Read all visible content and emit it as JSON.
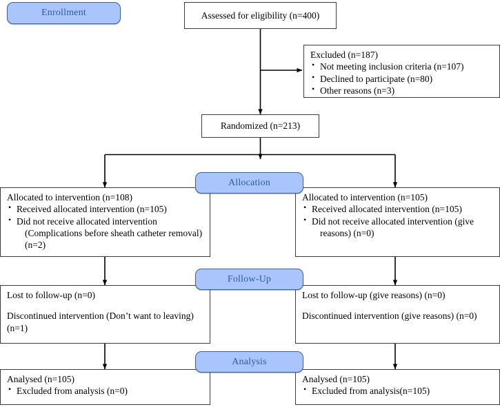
{
  "diagram": {
    "title": "CONSORT participant flow diagram",
    "type": "flowchart",
    "colors": {
      "stage_fill": "#a9c5fb",
      "stage_border": "#41618f",
      "stage_text": "#2f5aa8",
      "box_border": "#3b3b3b",
      "box_fill": "#ffffff",
      "line": "#000000"
    }
  },
  "stages": {
    "enrollment": "Enrollment",
    "allocation": "Allocation",
    "followup": "Follow-Up",
    "analysis": "Analysis"
  },
  "nodes": {
    "assessed": {
      "text": "Assessed for eligibility (n=400)"
    },
    "excluded": {
      "head": "Excluded (n=187)",
      "items": [
        "Not meeting inclusion criteria (n=107)",
        "Declined to participate (n=80)",
        "Other reasons (n=3)"
      ]
    },
    "randomized": {
      "text": "Randomized (n=213)"
    },
    "alloc_left": {
      "head": "Allocated to intervention (n=108)",
      "items": [
        {
          "main": "Received allocated intervention (n=105)",
          "cont": ""
        },
        {
          "main": "Did not receive allocated intervention",
          "cont": "(Complications before sheath catheter removal) (n=2)"
        }
      ]
    },
    "alloc_right": {
      "head": "Allocated to intervention (n=105)",
      "items": [
        {
          "main": "Received allocated intervention (n=105)",
          "cont": ""
        },
        {
          "main": "Did not receive allocated intervention (give",
          "cont": "reasons) (n=0)"
        }
      ]
    },
    "follow_left": {
      "line1": "Lost to follow-up (n=0)",
      "line2": "Discontinued intervention (Don’t want to leaving) (n=1)"
    },
    "follow_right": {
      "line1": "Lost to follow-up (give reasons) (n=0)",
      "line2": "Discontinued intervention (give reasons) (n=0)"
    },
    "analysis_left": {
      "head": "Analysed (n=105)",
      "items": [
        "Excluded from analysis (n=0)"
      ]
    },
    "analysis_right": {
      "head": "Analysed (n=105)",
      "items": [
        "Excluded from analysis(n=105)"
      ]
    }
  }
}
